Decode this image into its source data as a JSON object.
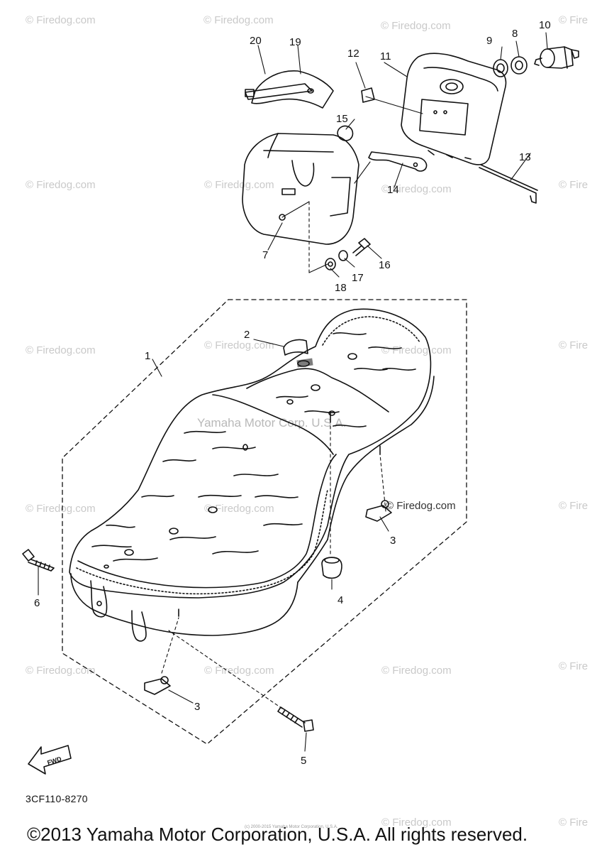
{
  "watermarks": {
    "firedog_short": "© Firedog.com",
    "firedog_edge": "© Fire",
    "center_text": "Yamaha Motor Corp. U.S.A.",
    "mid_text": "© Firedog.com"
  },
  "callouts": {
    "c1": "1",
    "c2": "2",
    "c3a": "3",
    "c3b": "3",
    "c4": "4",
    "c5": "5",
    "c6": "6",
    "c7": "7",
    "c8": "8",
    "c9": "9",
    "c10": "10",
    "c11": "11",
    "c12": "12",
    "c13": "13",
    "c14": "14",
    "c15": "15",
    "c16": "16",
    "c17": "17",
    "c18": "18",
    "c19": "19",
    "c20": "20"
  },
  "fwd_label": "FWD",
  "diagram_code": "3CF110-8270",
  "fine_print": "(c) 2000-2015 Yamaha Motor Corporation, U.S.A.",
  "copyright": "©2013 Yamaha Motor Corporation, U.S.A. All rights reserved."
}
